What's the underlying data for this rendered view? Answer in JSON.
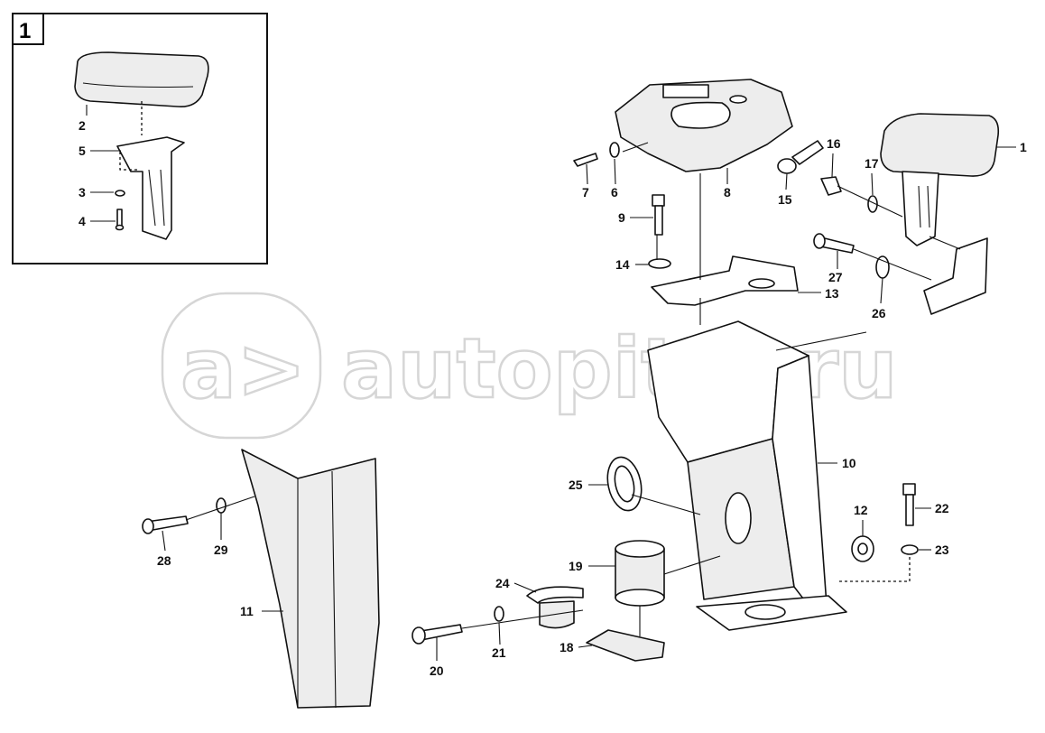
{
  "inset": {
    "number": "1",
    "callouts": [
      "2",
      "5",
      "3",
      "4"
    ]
  },
  "callouts": {
    "c1": "1",
    "c6": "6",
    "c7": "7",
    "c8": "8",
    "c9": "9",
    "c10": "10",
    "c11": "11",
    "c12": "12",
    "c13": "13",
    "c14": "14",
    "c15": "15",
    "c16": "16",
    "c17": "17",
    "c18": "18",
    "c19": "19",
    "c20": "20",
    "c21": "21",
    "c22": "22",
    "c23": "23",
    "c24": "24",
    "c25": "25",
    "c26": "26",
    "c27": "27",
    "c28": "28",
    "c29": "29"
  },
  "watermark": {
    "logo_text": "a>",
    "site_text": "autopiter.ru",
    "color": "#d6d6d6"
  }
}
